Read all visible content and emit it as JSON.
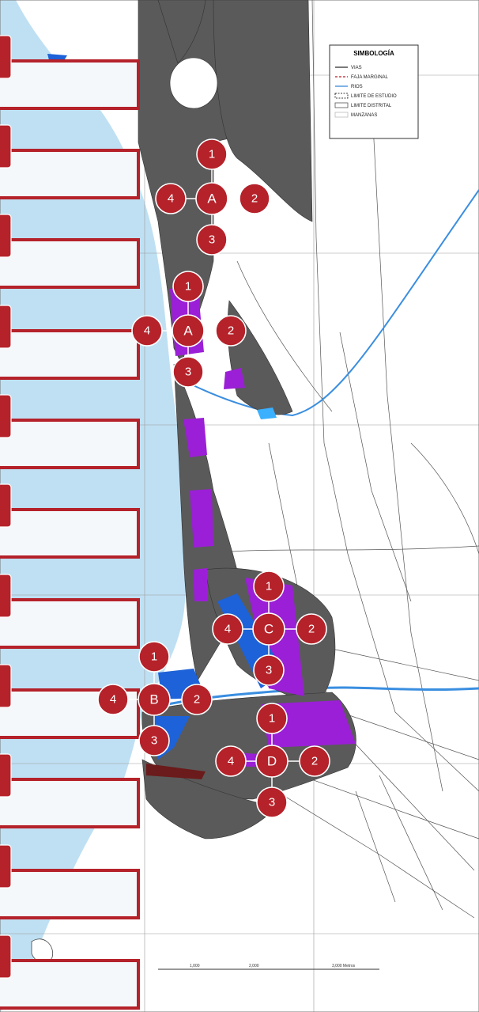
{
  "legend": {
    "title": "SIMBOLOGÍA",
    "items": [
      {
        "label": "VIAS",
        "color": "#222222",
        "style": "line"
      },
      {
        "label": "FAJA MARGINAL",
        "color": "#b5222a",
        "style": "dash"
      },
      {
        "label": "RIOS",
        "color": "#2a7fd4",
        "style": "line"
      },
      {
        "label": "LIMITE DE ESTUDIO",
        "color": "#000000",
        "style": "box-dash"
      },
      {
        "label": "LIMITE DISTRITAL",
        "color": "#555555",
        "style": "box"
      },
      {
        "label": "MANZANAS",
        "color": "#ffffff",
        "style": "box-empty"
      }
    ]
  },
  "colors": {
    "sea": "#bfe0f3",
    "urban": "#5a5a5a",
    "purple": "#9b1fd6",
    "blue_zone": "#1d62d8",
    "river": "#3a8ee0",
    "marker": "#b5222a"
  },
  "icons": [
    "circle-marker",
    "callout-tab"
  ],
  "nodes": [
    {
      "id": "A1",
      "label": "A",
      "numbers": [
        "1",
        "2",
        "3",
        "4"
      ]
    },
    {
      "id": "A2",
      "label": "A",
      "numbers": [
        "1",
        "2",
        "3",
        "4"
      ]
    },
    {
      "id": "C",
      "label": "C",
      "numbers": [
        "1",
        "2",
        "3",
        "4"
      ]
    },
    {
      "id": "B",
      "label": "B",
      "numbers": [
        "1",
        "2",
        "3",
        "4"
      ]
    },
    {
      "id": "D",
      "label": "D",
      "numbers": [
        "1",
        "2",
        "3",
        "4"
      ]
    }
  ],
  "callouts": [
    "",
    "",
    "",
    "",
    "",
    "",
    "",
    "",
    "",
    "",
    ""
  ],
  "scale_labels": [
    "1,000",
    "2,000",
    "3,000 Metros"
  ]
}
